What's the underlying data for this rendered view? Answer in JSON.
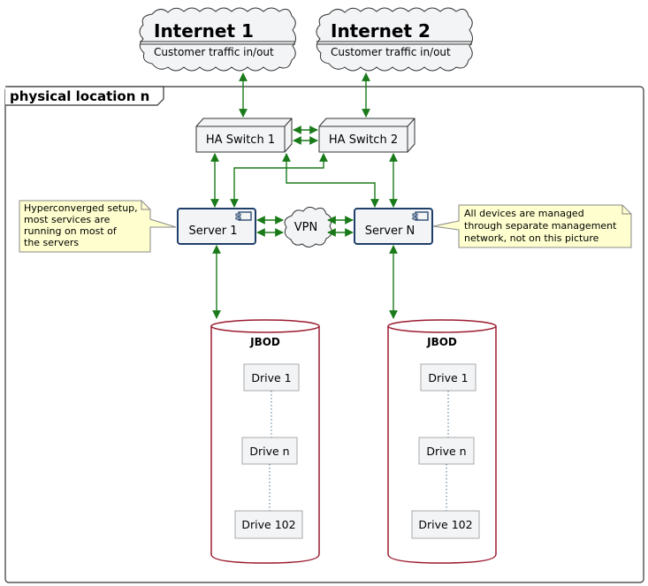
{
  "frame": {
    "label": "physical location n"
  },
  "internet1": {
    "title": "Internet 1",
    "subtitle": "Customer traffic in/out"
  },
  "internet2": {
    "title": "Internet 2",
    "subtitle": "Customer traffic in/out"
  },
  "switches": [
    {
      "label": "HA Switch 1"
    },
    {
      "label": "HA Switch 2"
    }
  ],
  "servers": [
    {
      "label": "Server 1"
    },
    {
      "label": "Server N"
    }
  ],
  "vpn": {
    "label": "VPN"
  },
  "notes": {
    "left": [
      "Hyperconverged setup,",
      "most services are",
      "running on most of",
      "the servers"
    ],
    "right": [
      "All devices are managed",
      "through separate management",
      "network, not on this picture"
    ]
  },
  "jbods": [
    {
      "label": "JBOD",
      "drives": [
        "Drive 1",
        "Drive n",
        "Drive 102"
      ]
    },
    {
      "label": "JBOD",
      "drives": [
        "Drive 1",
        "Drive n",
        "Drive 102"
      ]
    }
  ],
  "colors": {
    "arrow": "#1a7a1a",
    "server_border": "#1f3f6a",
    "db_border": "#9b1b30",
    "note_fill": "#fefece",
    "box_fill": "#f3f4f6",
    "cloud_fill": "#f3f4f6"
  }
}
